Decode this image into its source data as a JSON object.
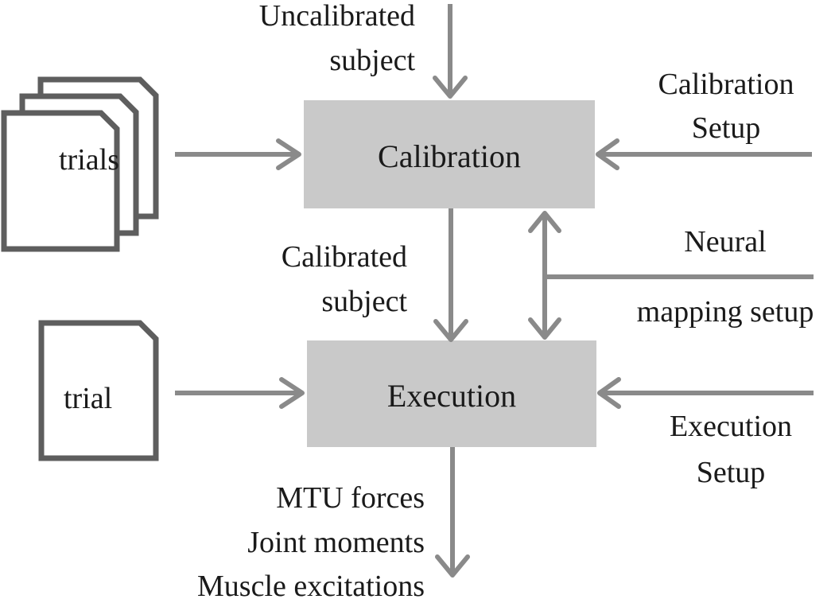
{
  "labels": {
    "uncalibrated_subject": [
      "Uncalibrated",
      "subject"
    ],
    "calibration_setup": [
      "Calibration",
      "Setup"
    ],
    "neural_mapping_setup": [
      "Neural",
      "mapping setup"
    ],
    "calibrated_subject": [
      "Calibrated",
      "subject"
    ],
    "execution_setup": [
      "Execution",
      "Setup"
    ],
    "outputs": [
      "MTU forces",
      "Joint moments",
      "Muscle excitations"
    ]
  },
  "boxes": {
    "calibration": "Calibration",
    "execution": "Execution"
  },
  "documents": {
    "trials": "trials",
    "trial": "trial"
  },
  "colors": {
    "box_fill": "#c9c9c9",
    "arrow": "#8a8a8a",
    "document_outline": "#5e5e5e",
    "text": "#1a1a1a"
  }
}
